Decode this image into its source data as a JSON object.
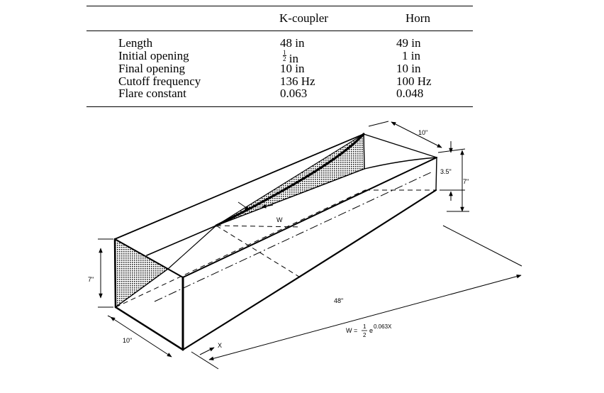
{
  "table": {
    "columns": [
      "",
      "K-coupler",
      "Horn"
    ],
    "rows": [
      {
        "label": "Length",
        "k": "48 in",
        "horn": "49 in"
      },
      {
        "label": "Initial opening",
        "k_frac_num": "1",
        "k_frac_den": "2",
        "k_unit": "in",
        "horn": "1 in"
      },
      {
        "label": "Final opening",
        "k": "10 in",
        "horn": "10 in"
      },
      {
        "label": "Cutoff frequency",
        "k": "136 Hz",
        "horn": "100 Hz"
      },
      {
        "label": "Flare constant",
        "k": "0.063",
        "horn": "0.048"
      }
    ]
  },
  "diagram": {
    "dim_width_right": "10\"",
    "dim_height_right_inner": "3.5\"",
    "dim_height_right_outer": "7\"",
    "dim_height_left": "7\"",
    "dim_width_left": "10\"",
    "dim_length": "48\"",
    "label_w": "W",
    "label_x": "X",
    "formula_lhs": "W =",
    "formula_num": "1",
    "formula_den": "2",
    "formula_base": "e",
    "formula_exp": "0.063X"
  }
}
